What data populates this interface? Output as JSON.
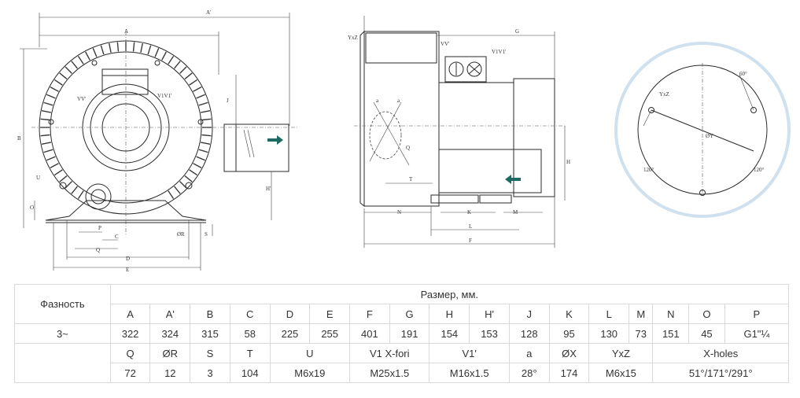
{
  "drawing": {
    "front_labels": [
      "A'",
      "A",
      "B",
      "J",
      "H'",
      "U",
      "O",
      "P",
      "C",
      "Q",
      "D",
      "E",
      "ØR",
      "S",
      "VV'",
      "V1V1'"
    ],
    "side_labels": [
      "YxZ",
      "G",
      "VV'",
      "V1V1'",
      "a",
      "a",
      "Q",
      "T",
      "H",
      "N",
      "K",
      "L",
      "M",
      "F"
    ],
    "flange_labels": [
      "YxZ",
      "60°",
      "ØY",
      "120°",
      "120°"
    ]
  },
  "table": {
    "phase_header": "Фазность",
    "size_header": "Размер, мм.",
    "phase_value": "3~",
    "row1_headers": [
      "A",
      "A'",
      "B",
      "C",
      "D",
      "E",
      "F",
      "G",
      "H",
      "H'",
      "J",
      "K",
      "L",
      "M",
      "N",
      "O",
      "P"
    ],
    "row1_values": [
      "322",
      "324",
      "315",
      "58",
      "225",
      "255",
      "401",
      "191",
      "154",
      "153",
      "128",
      "95",
      "130",
      "73",
      "151",
      "45",
      "G1\"¼"
    ],
    "row2_headers": [
      "Q",
      "ØR",
      "S",
      "T",
      "U",
      "V1 X-fori",
      "V1'",
      "a",
      "ØX",
      "YxZ",
      "X-holes"
    ],
    "row2_values": [
      "72",
      "12",
      "3",
      "104",
      "M6x19",
      "M25x1.5",
      "M16x1.5",
      "28°",
      "174",
      "M6x15",
      "51°/171°/291°"
    ]
  }
}
